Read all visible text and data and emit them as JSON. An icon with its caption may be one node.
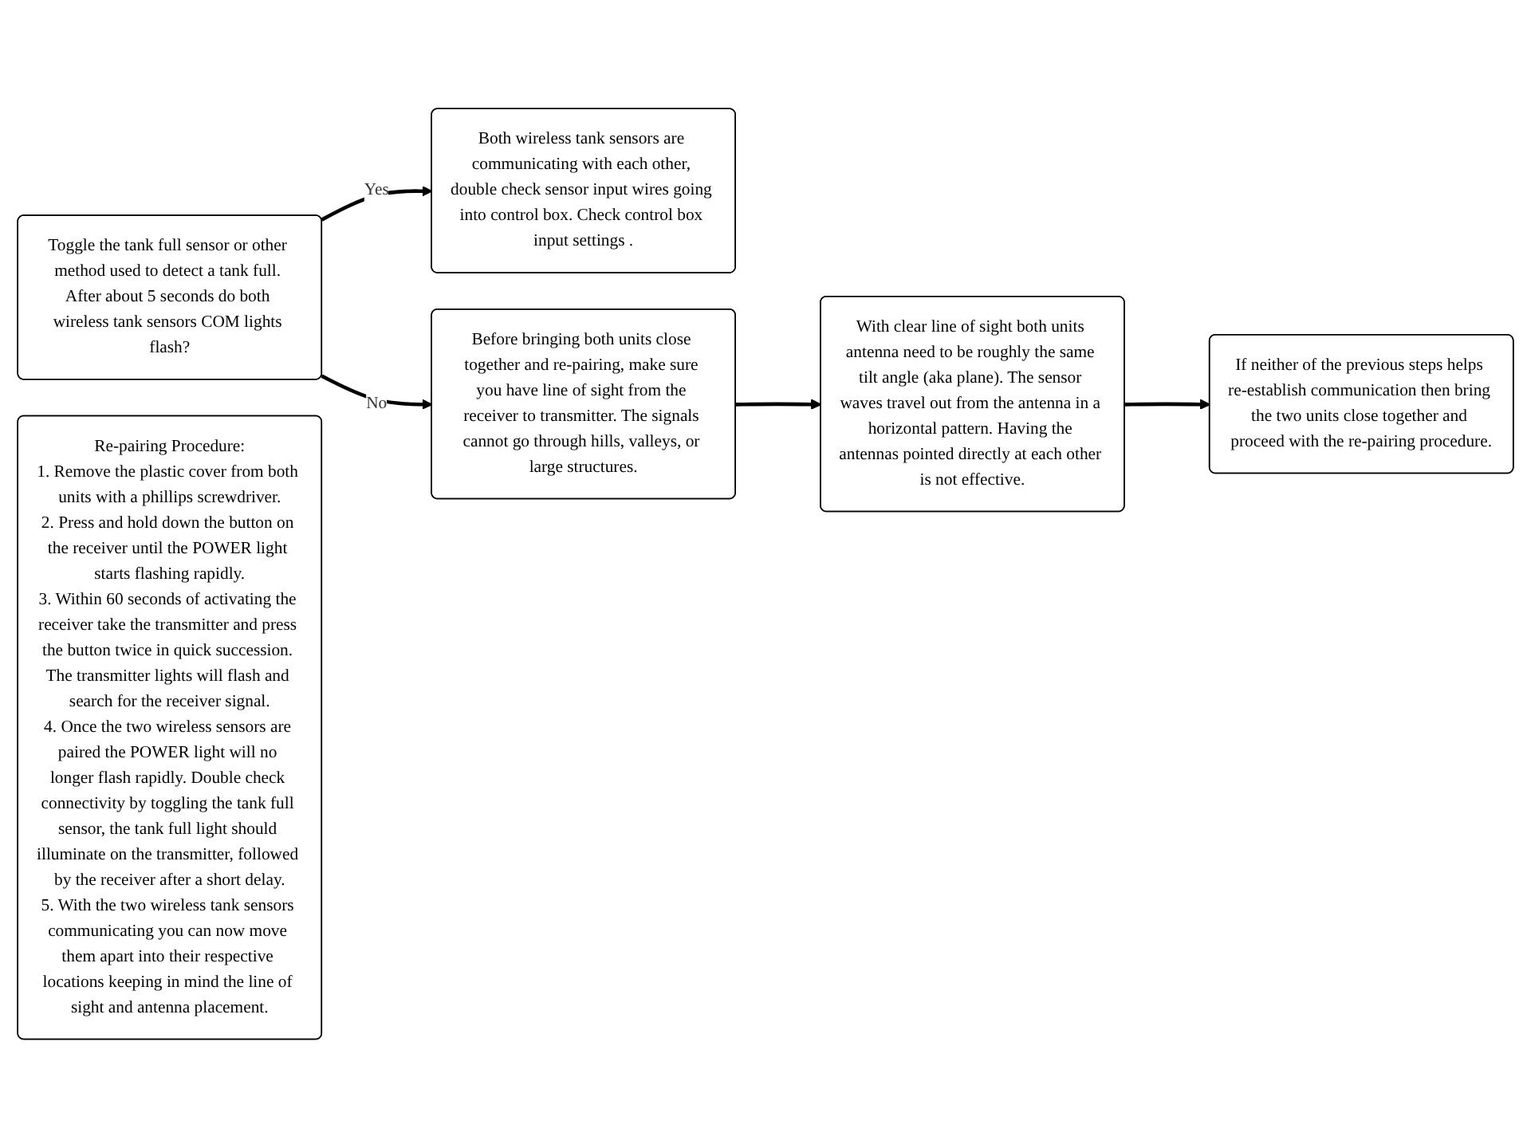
{
  "diagram": {
    "nodes": [
      {
        "text": [
          "Toggle the tank full sensor or other method used to detect a tank full. After about 5 seconds do both wireless tank sensors COM lights flash?"
        ]
      },
      {
        "text": [
          "Both wireless tank sensors are communicating with each other, double check sensor input wires going into control box. Check control box input settings ."
        ]
      },
      {
        "text": [
          "Before bringing both units close together and re-pairing, make sure you have line of sight from the receiver to transmitter. The signals cannot go through hills, valleys, or large structures."
        ]
      },
      {
        "text": [
          "With clear line of sight both units antenna need to be roughly the same tilt angle (aka plane). The sensor waves travel out from the antenna in a horizontal pattern. Having the antennas pointed directly at each other is not effective."
        ]
      },
      {
        "text": [
          "If neither of the previous steps helps re-establish communication then bring the two units close together and proceed with the re-pairing procedure."
        ]
      },
      {
        "text": [
          "Re-pairing Procedure:",
          "1. Remove the plastic cover from both units with a phillips screwdriver.",
          "2. Press and hold down the button on the receiver until the POWER light starts flashing rapidly.",
          "3. Within 60 seconds of activating the receiver take the transmitter and press the button twice in quick succession. The transmitter lights will flash and search for the receiver signal.",
          "4. Once the two wireless sensors are paired the POWER light will no longer flash rapidly. Double check connectivity by toggling the tank full sensor, the tank full light should illuminate on the transmitter, followed by the receiver after a short delay.",
          "5. With the two wireless tank sensors communicating you can now move them apart into their respective locations keeping in mind the line of sight and antenna placement."
        ]
      }
    ],
    "edges": [
      {
        "from": 0,
        "to": 1,
        "arrow": "to",
        "label": "Yes"
      },
      {
        "from": 0,
        "to": 2,
        "arrow": "to",
        "label": "No"
      },
      {
        "from": 2,
        "to": 3,
        "arrow": "to"
      },
      {
        "from": 3,
        "to": 4,
        "arrow": "to"
      }
    ]
  }
}
